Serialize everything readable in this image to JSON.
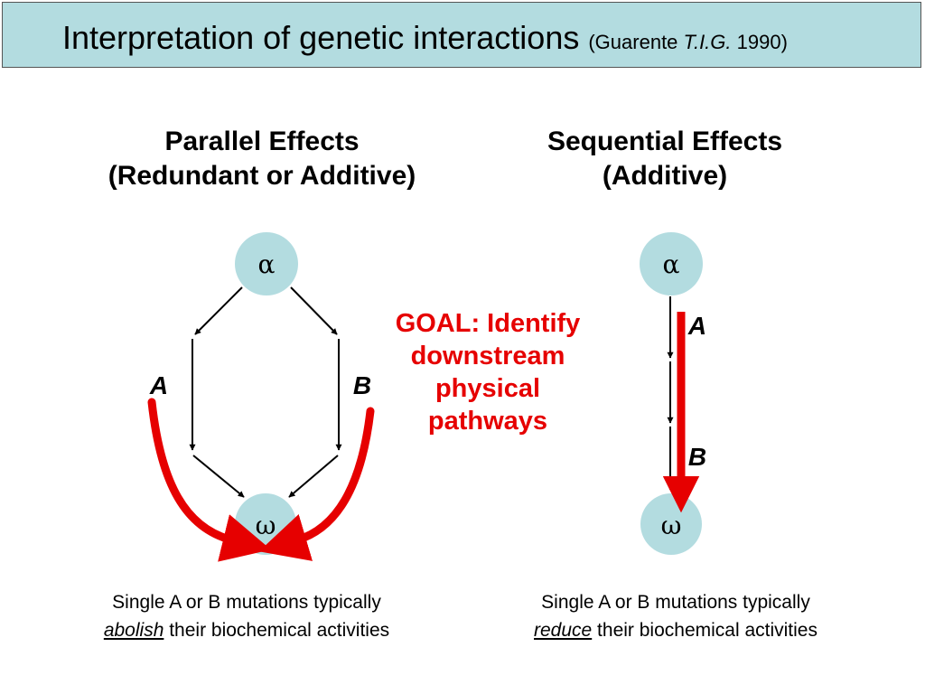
{
  "title": {
    "main": "Interpretation of genetic interactions",
    "citation_open": "(Guarente ",
    "citation_journal": "T.I.G.",
    "citation_close": " 1990)"
  },
  "parallel": {
    "heading_line1": "Parallel Effects",
    "heading_line2": "(Redundant or Additive)",
    "top_node": "α",
    "bottom_node": "ω",
    "label_a": "A",
    "label_b": "B",
    "caption_line1": "Single A or B mutations typically",
    "caption_emph": "abolish",
    "caption_rest": " their biochemical activities"
  },
  "sequential": {
    "heading_line1": "Sequential Effects",
    "heading_line2": "(Additive)",
    "top_node": "α",
    "bottom_node": "ω",
    "label_a": "A",
    "label_b": "B",
    "caption_line1": "Single A or B mutations typically",
    "caption_emph": "reduce",
    "caption_rest": " their biochemical activities"
  },
  "goal": {
    "line1": "GOAL: Identify",
    "line2": "downstream",
    "line3": "physical",
    "line4": "pathways"
  },
  "colors": {
    "title_background": "#b3dce0",
    "node_fill": "#b3dce0",
    "highlight": "#e60000"
  }
}
